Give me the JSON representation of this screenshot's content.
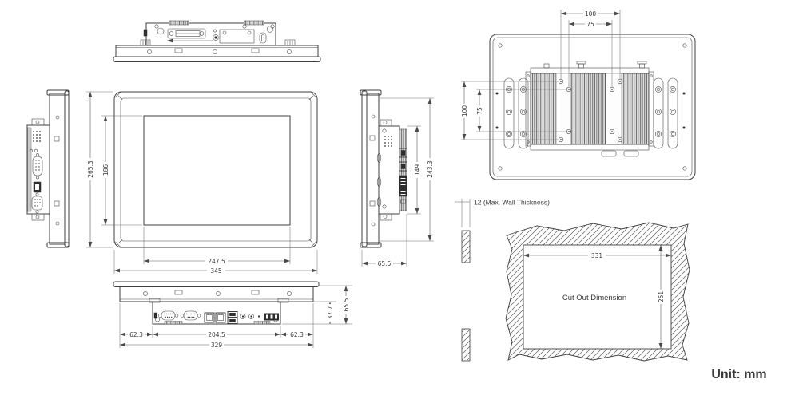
{
  "unit_label": "Unit: mm",
  "front_view": {
    "outer_width": "345",
    "display_width": "247.5",
    "outer_height": "265.3",
    "display_height": "186"
  },
  "side_view": {
    "module_height": "149",
    "body_height": "243.3",
    "depth": "65.5"
  },
  "rear_view": {
    "vesa_width_outer": "100",
    "vesa_width_inner": "75",
    "vesa_height_outer": "100",
    "vesa_height_inner": "75"
  },
  "bottom_view": {
    "left_offset": "62.3",
    "module_width": "204.5",
    "right_offset": "62.3",
    "chassis_width": "329",
    "module_depth": "37.7",
    "depth": "65.5"
  },
  "cutout": {
    "wall_note": "12 (Max. Wall Thickness)",
    "label": "Cut Out Dimension",
    "width": "331",
    "height": "251"
  }
}
